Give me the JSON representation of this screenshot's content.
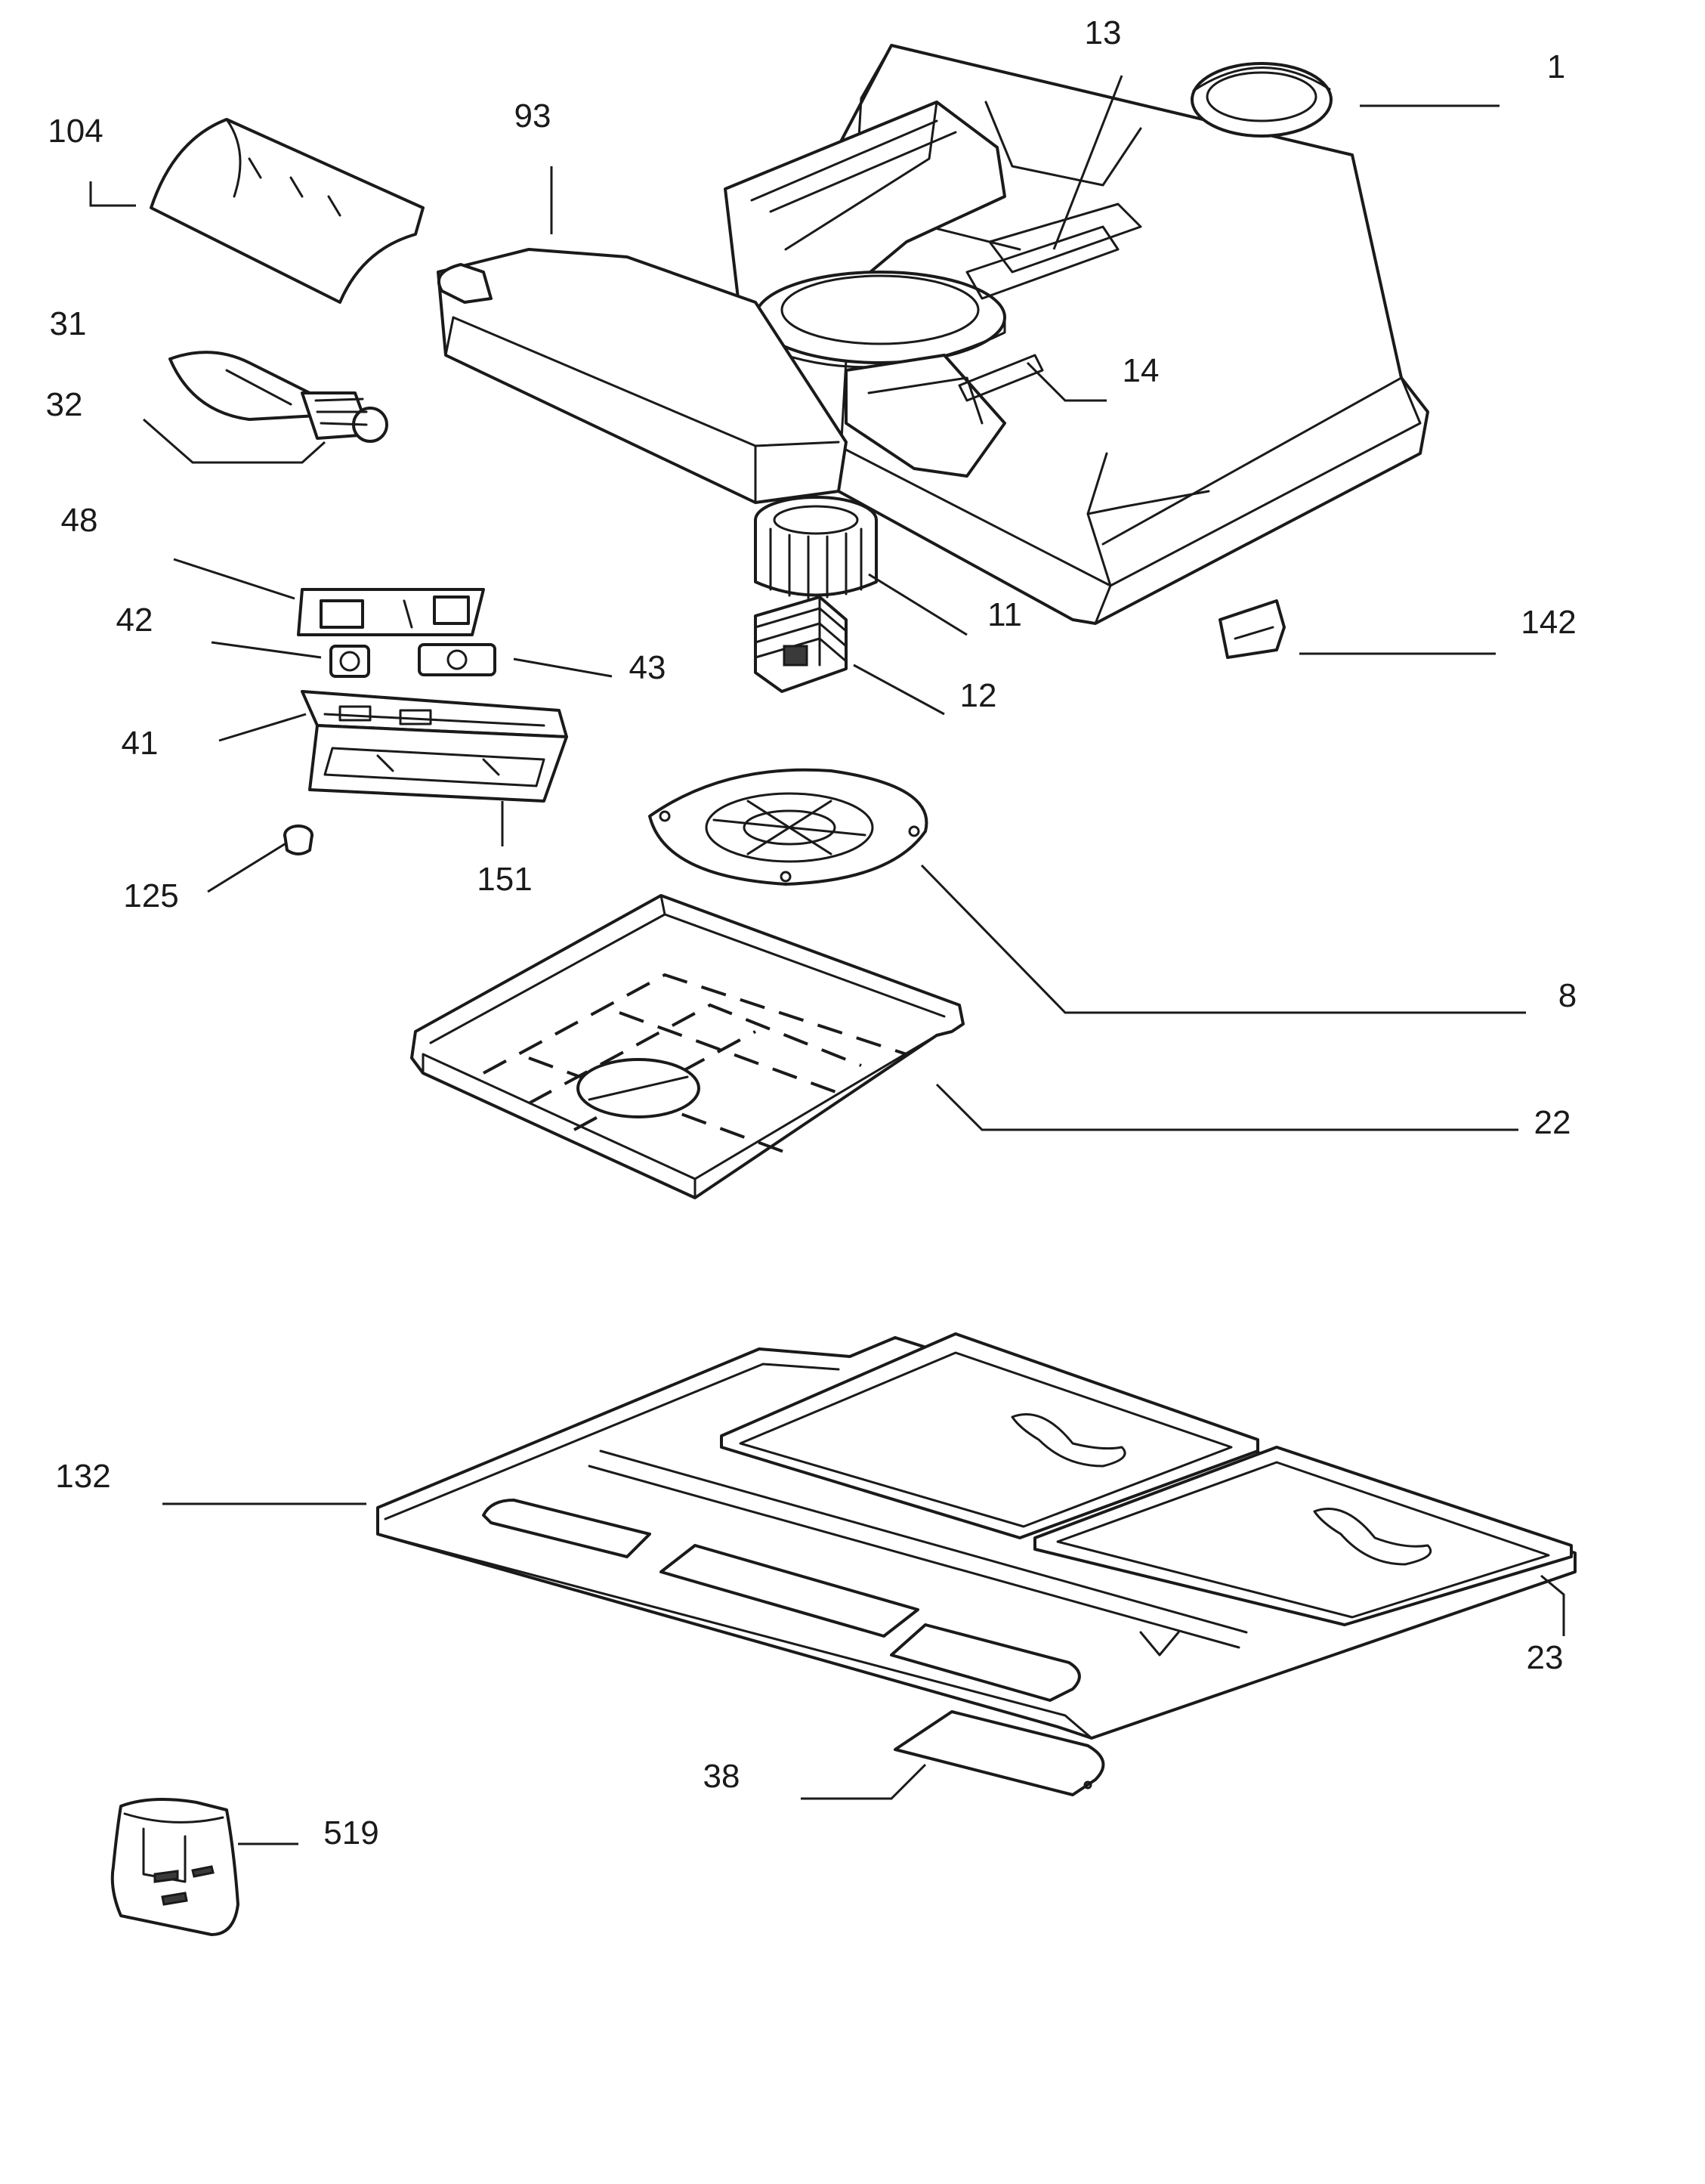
{
  "callouts": {
    "c13": "13",
    "c1": "1",
    "c104": "104",
    "c93": "93",
    "c31": "31",
    "c32": "32",
    "c14": "14",
    "c48": "48",
    "c42": "42",
    "c43": "43",
    "c41": "41",
    "c11": "11",
    "c12": "12",
    "c142": "142",
    "c125": "125",
    "c151": "151",
    "c8": "8",
    "c22": "22",
    "c132": "132",
    "c23": "23",
    "c38": "38",
    "c519": "519"
  }
}
